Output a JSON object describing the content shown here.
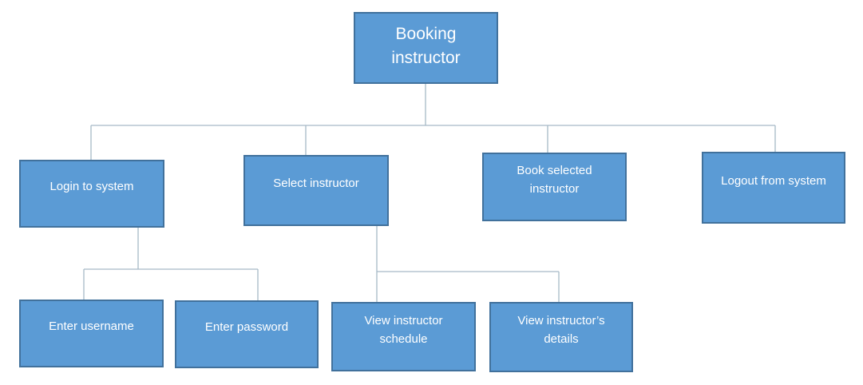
{
  "diagram": {
    "title": "Booking instructor hierarchy diagram",
    "colors": {
      "canvas_bg": "#ffffff",
      "node_fill": "#5b9bd5",
      "node_border": "#41719c",
      "node_text": "#ffffff",
      "connector": "#a6b9c7"
    },
    "nodes": {
      "root": {
        "label": "Booking instructor",
        "lines": [
          "Booking",
          "instructor"
        ]
      },
      "login": {
        "label": "Login to system",
        "lines": [
          "Login to system"
        ]
      },
      "select": {
        "label": "Select instructor",
        "lines": [
          "Select instructor"
        ]
      },
      "book": {
        "label": "Book selected instructor",
        "lines": [
          "Book selected",
          "instructor"
        ]
      },
      "logout": {
        "label": "Logout from system",
        "lines": [
          "Logout from system"
        ]
      },
      "username": {
        "label": "Enter username",
        "lines": [
          "Enter username"
        ]
      },
      "password": {
        "label": "Enter password",
        "lines": [
          "Enter password"
        ]
      },
      "schedule": {
        "label": "View instructor schedule",
        "lines": [
          "View instructor",
          "schedule"
        ]
      },
      "details": {
        "label": "View instructor’s details",
        "lines": [
          "View instructor’s",
          "details"
        ]
      }
    },
    "edges": [
      [
        "root",
        "login"
      ],
      [
        "root",
        "select"
      ],
      [
        "root",
        "book"
      ],
      [
        "root",
        "logout"
      ],
      [
        "login",
        "username"
      ],
      [
        "login",
        "password"
      ],
      [
        "select",
        "schedule"
      ],
      [
        "select",
        "details"
      ]
    ]
  }
}
